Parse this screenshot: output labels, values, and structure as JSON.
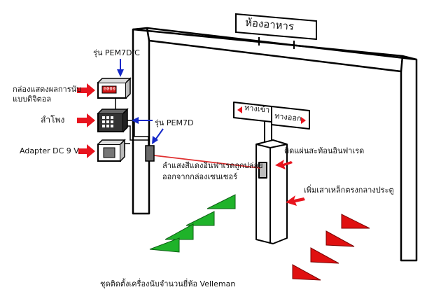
{
  "sign": {
    "top": "ห้องอาหาร"
  },
  "direction_sign": {
    "in": "ทางเข้า",
    "out": "ทางออก"
  },
  "labels": {
    "model_pem7dc": "รุ่น PEM7D/C",
    "display_box_line1": "กล่องแสดงผลการนับ",
    "display_box_line2": "แบบดิจิตอล",
    "speaker": "ลำโพง",
    "adapter": "Adapter DC 9 V.",
    "model_pem7d": "รุ่น PEM7D",
    "reflector": "ติดแผ่นสะท้อนอินฟาเรด",
    "beam_line1": "ลำแสงสีแดงอินฟาเรดถูกปล่อย",
    "beam_line2": "ออกจากกล่องเซนเซอร์",
    "post": "เพิ่มเสาเหล็กตรงกลางประตู",
    "caption": "ชุดติดตั้งเครื่องนับจำนวนยี่ห้อ Velleman"
  },
  "display_readout": "0000",
  "colors": {
    "red_arrow": "#e8141e",
    "blue_arrow": "#1428c8",
    "green_triangle": "#1fb32a",
    "red_triangle": "#e01010",
    "beam": "#e03030",
    "display_red": "#d01818"
  }
}
